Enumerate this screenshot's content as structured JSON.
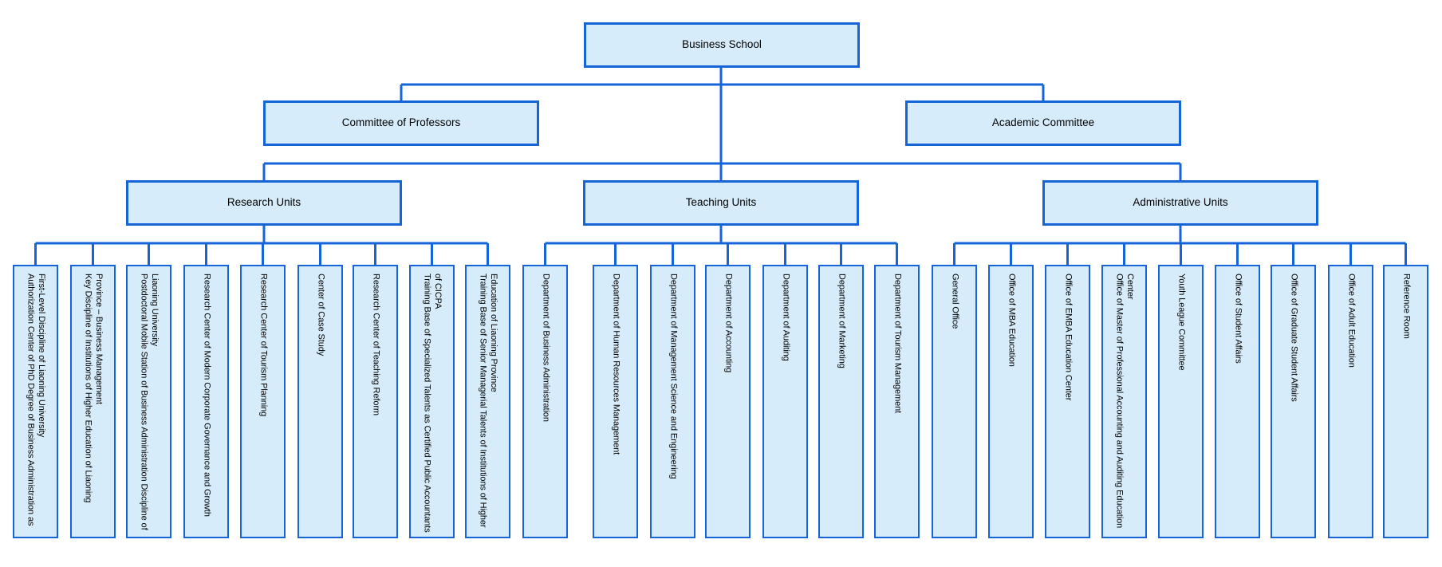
{
  "chart": {
    "root": {
      "label": "Business School"
    },
    "committees": [
      {
        "label": "Committee of Professors"
      },
      {
        "label": "Academic Committee"
      }
    ],
    "groups": [
      {
        "label": "Research Units",
        "children": [
          "Authorization Center of PhD Degree of Business Administration as First-Level Discipline of Liaoning University",
          "Key Discipline of Institutions of Higher Education of Liaoning Province – Business Management",
          "Postdoctoral Mobile Station of Business Administration Discipline of Liaoning University",
          "Research Center of Modern Corporate Governance and Growth",
          "Research Center of Tourism Planning",
          "Center of Case Study",
          "Research Center of Teaching Reform",
          "Training Base of Specialized Talents as Certified Public Accountants of CICPA",
          "Training Base of Senior Managerial Talents of Institutions of Higher Education of Liaoning Province"
        ]
      },
      {
        "label": "Teaching Units",
        "children": [
          "Department of Business Administration",
          "Department of Human Resources Management",
          "Department of Management Science and Engineering",
          "Department of Accounting",
          "Department of Auditing",
          "Department of Marketing",
          "Department of Tourism Management"
        ]
      },
      {
        "label": "Administrative Units",
        "children": [
          "General Office",
          "Office of MBA Education",
          "Office of EMBA Education Center",
          "Office of Master of Professional Accounting and Auditing Education Center",
          "Youth League Committee",
          "Office of Student Affairs",
          "Office of Graduate Student Affairs",
          "Office of Adult Education",
          "Reference Room"
        ]
      }
    ],
    "colors": {
      "line": "#1565d8",
      "node_fill": "#d7ecfa",
      "text": "#000000"
    }
  }
}
